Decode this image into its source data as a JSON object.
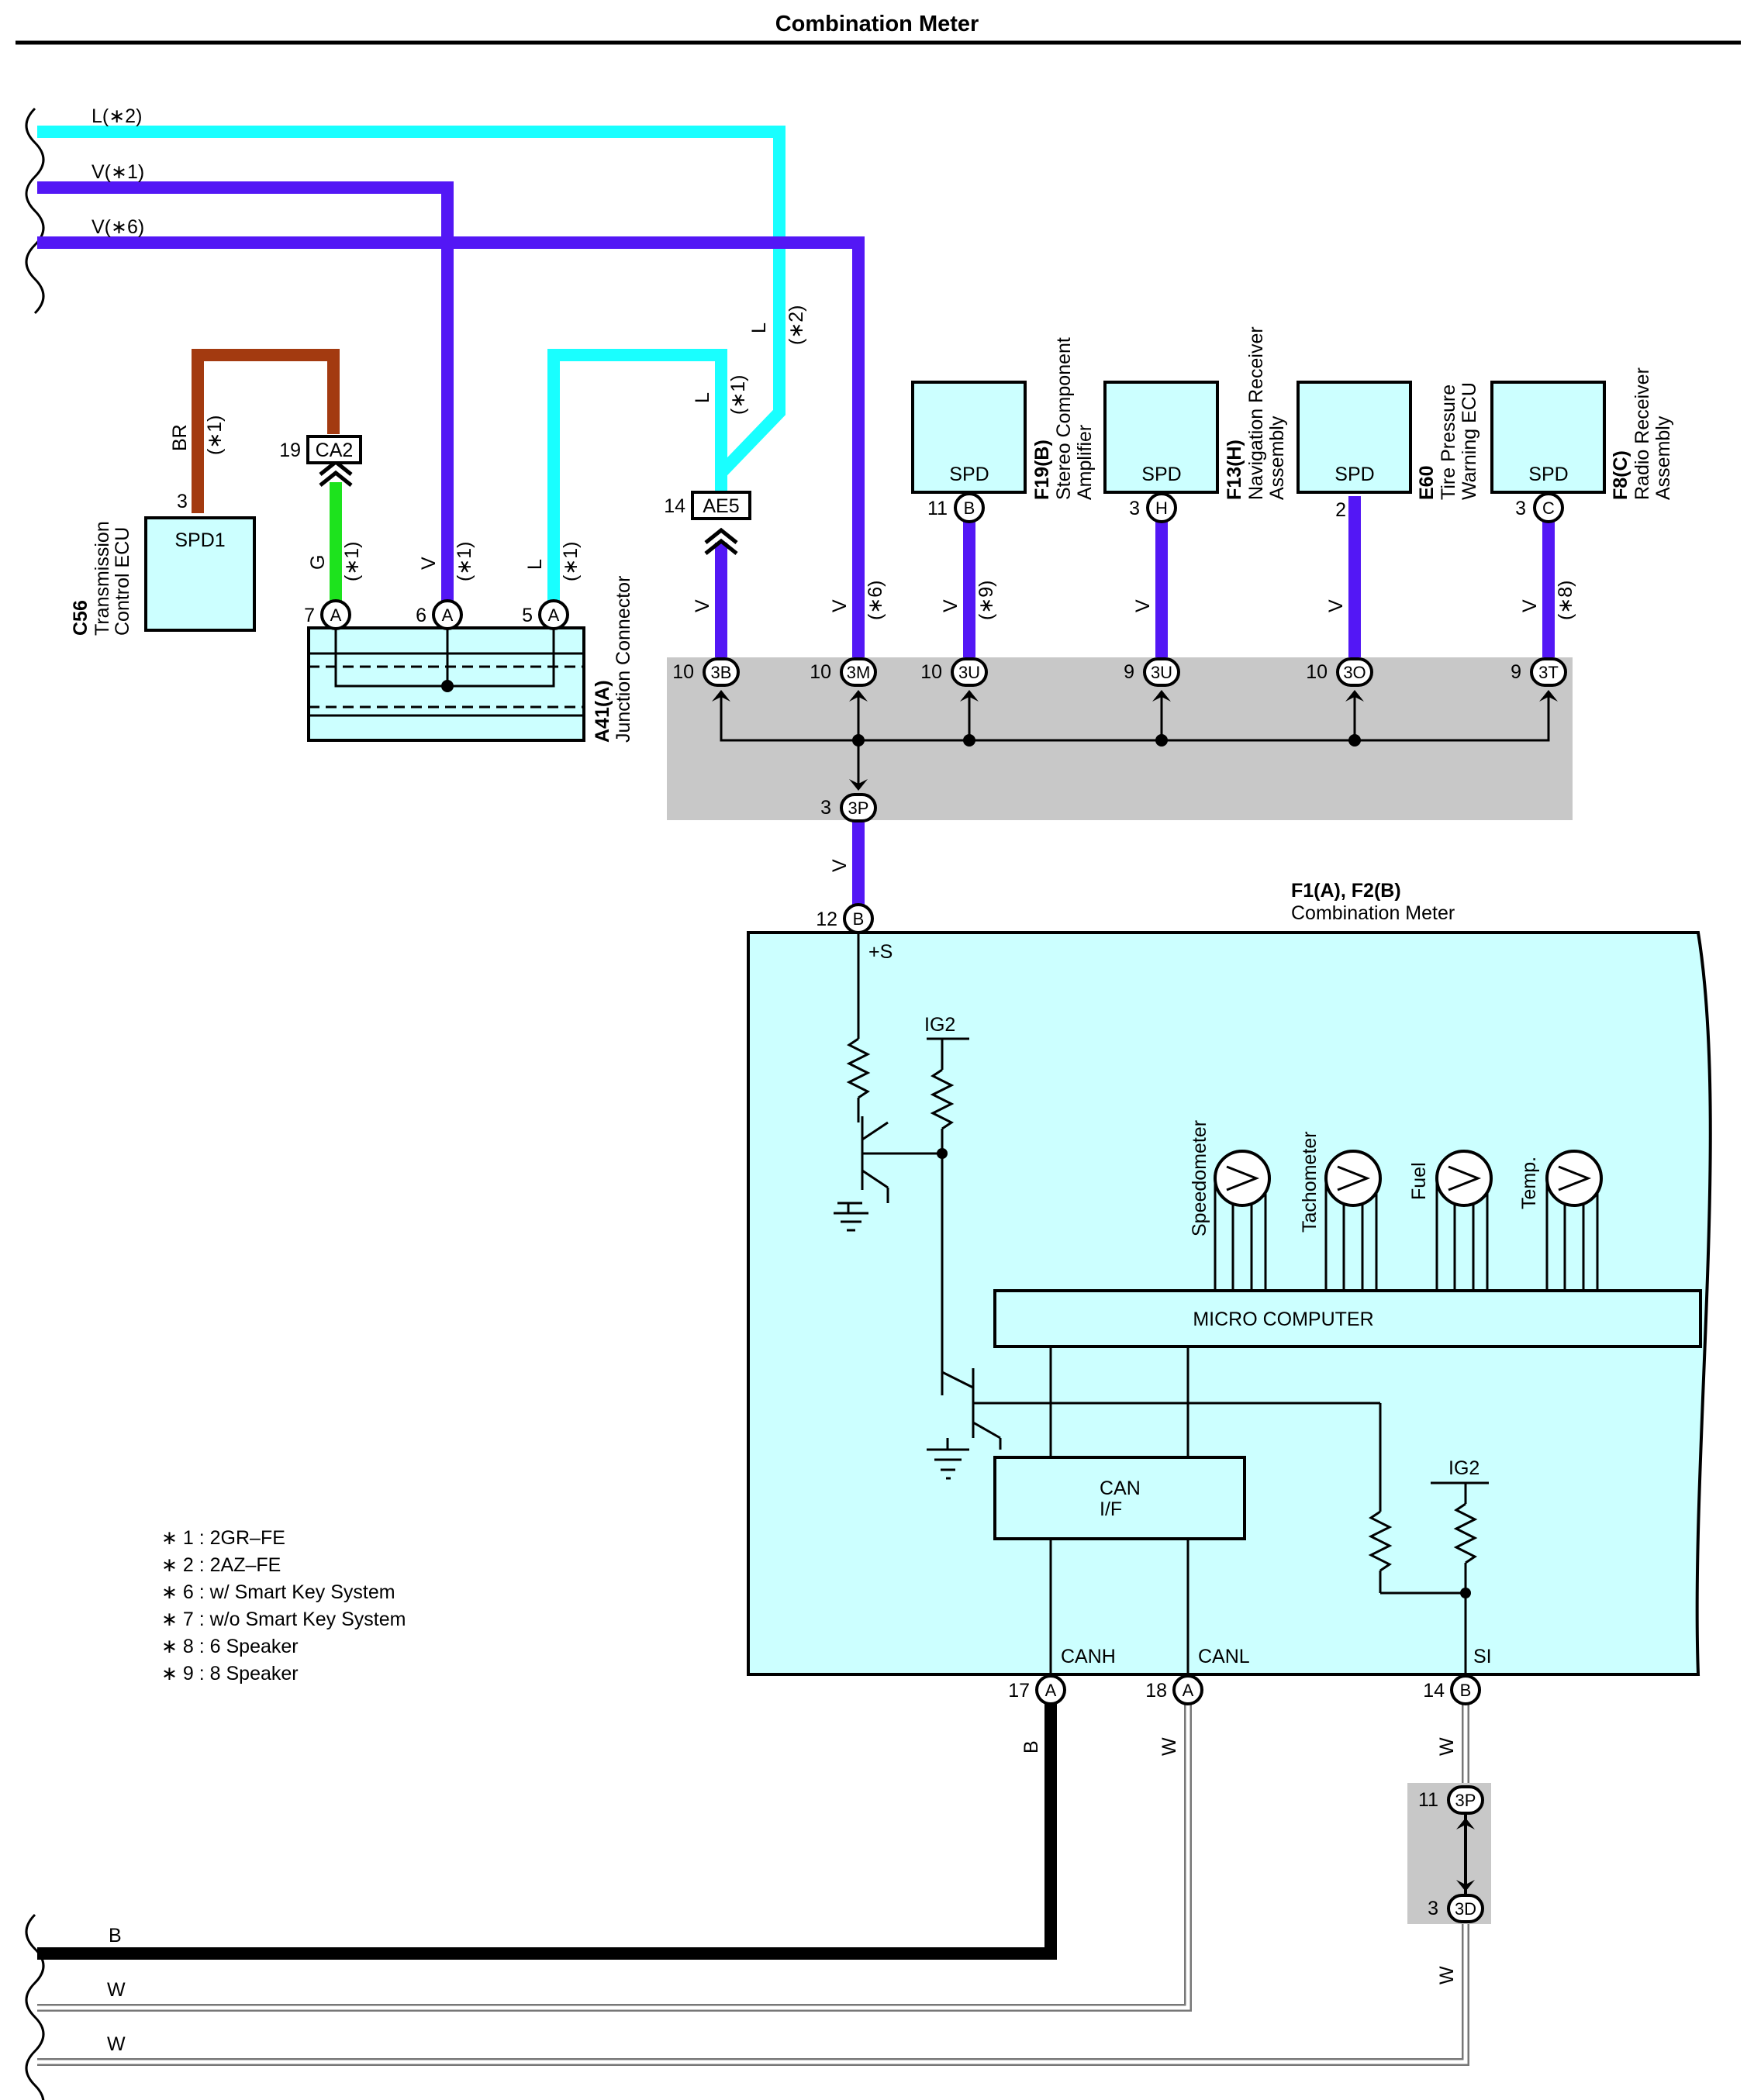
{
  "title": "Combination Meter",
  "colors": {
    "L": "#19ffff",
    "V": "#5317f5",
    "G": "#1de31d",
    "BR": "#a33a10",
    "B": "#000000",
    "W": "#ffffff",
    "component_fill": "#ccffff",
    "junction_fill": "#c8c8c8"
  },
  "wires": {
    "l2": "L(∗2)",
    "v1": "V(∗1)",
    "v6": "V(∗6)",
    "b": "B",
    "w1": "W",
    "w2": "W"
  },
  "components": {
    "c56": {
      "code": "C56",
      "name1": "Transmission",
      "name2": "Control ECU",
      "term": "SPD1",
      "pin": "3"
    },
    "a41": {
      "code": "A41(A)",
      "name": "Junction Connector"
    },
    "f19": {
      "code": "F19(B)",
      "name1": "Stereo Component",
      "name2": "Amplifier",
      "term": "SPD",
      "pin": "11",
      "conn": "B"
    },
    "f13": {
      "code": "F13(H)",
      "name1": "Navigation Receiver",
      "name2": "Assembly",
      "term": "SPD",
      "pin": "3",
      "conn": "H"
    },
    "e60": {
      "code": "E60",
      "name1": "Tire Pressure",
      "name2": "Warning ECU",
      "term": "SPD",
      "pin": "2"
    },
    "f8": {
      "code": "F8(C)",
      "name1": "Radio Receiver",
      "name2": "Assembly",
      "term": "SPD",
      "pin": "3",
      "conn": "C"
    },
    "meter": {
      "code": "F1(A), F2(B)",
      "name": "Combination Meter"
    }
  },
  "connectors": {
    "ca2": {
      "label": "CA2",
      "pin": "19"
    },
    "ae5": {
      "label": "AE5",
      "pin": "14"
    },
    "a7": {
      "label": "A",
      "pin": "7"
    },
    "a6": {
      "label": "A",
      "pin": "6"
    },
    "a5": {
      "label": "A",
      "pin": "5"
    },
    "j3b": {
      "label": "3B",
      "pin": "10"
    },
    "j3m": {
      "label": "3M",
      "pin": "10"
    },
    "j3u1": {
      "label": "3U",
      "pin": "10"
    },
    "j3u2": {
      "label": "3U",
      "pin": "9"
    },
    "j3o": {
      "label": "3O",
      "pin": "10"
    },
    "j3t": {
      "label": "3T",
      "pin": "9"
    },
    "j3p": {
      "label": "3P",
      "pin": "3"
    },
    "mb12": {
      "label": "B",
      "pin": "12"
    },
    "ma17": {
      "label": "A",
      "pin": "17"
    },
    "ma18": {
      "label": "A",
      "pin": "18"
    },
    "mb14": {
      "label": "B",
      "pin": "14"
    },
    "j3p11": {
      "label": "3P",
      "pin": "11"
    },
    "j3d": {
      "label": "3D",
      "pin": "3"
    }
  },
  "wire_labels": {
    "br": "BR",
    "br_note": "(∗1)",
    "g": "G",
    "g_note": "(∗1)",
    "v_a6": "V",
    "v_a6_note": "(∗1)",
    "l_a5": "L",
    "l_a5_note": "(∗1)",
    "l_ae5": "L",
    "l_ae5_note": "(∗1)",
    "l_top": "L",
    "l_top_note": "(∗2)",
    "v_3b": "V",
    "v_3m": "V",
    "v_3m_note": "(∗6)",
    "v_3u1": "V",
    "v_3u1_note": "(∗9)",
    "v_3u2": "V",
    "v_3o": "V",
    "v_3t": "V",
    "v_3t_note": "(∗8)",
    "v_3p": "V",
    "b_17": "B",
    "w_18": "W",
    "w_14": "W",
    "w_3d": "W"
  },
  "meter_internal": {
    "plus_s": "+S",
    "ig2_top": "IG2",
    "ig2_bottom": "IG2",
    "micro": "MICRO COMPUTER",
    "can1": "CAN",
    "can2": "I/F",
    "canh": "CANH",
    "canl": "CANL",
    "si": "SI",
    "gauges": [
      "Speedometer",
      "Tachometer",
      "Fuel",
      "Temp."
    ]
  },
  "legend": [
    "∗ 1 : 2GR–FE",
    "∗ 2 : 2AZ–FE",
    "∗ 6 : w/ Smart Key System",
    "∗ 7 : w/o Smart Key System",
    "∗ 8 : 6 Speaker",
    "∗ 9 : 8 Speaker"
  ]
}
